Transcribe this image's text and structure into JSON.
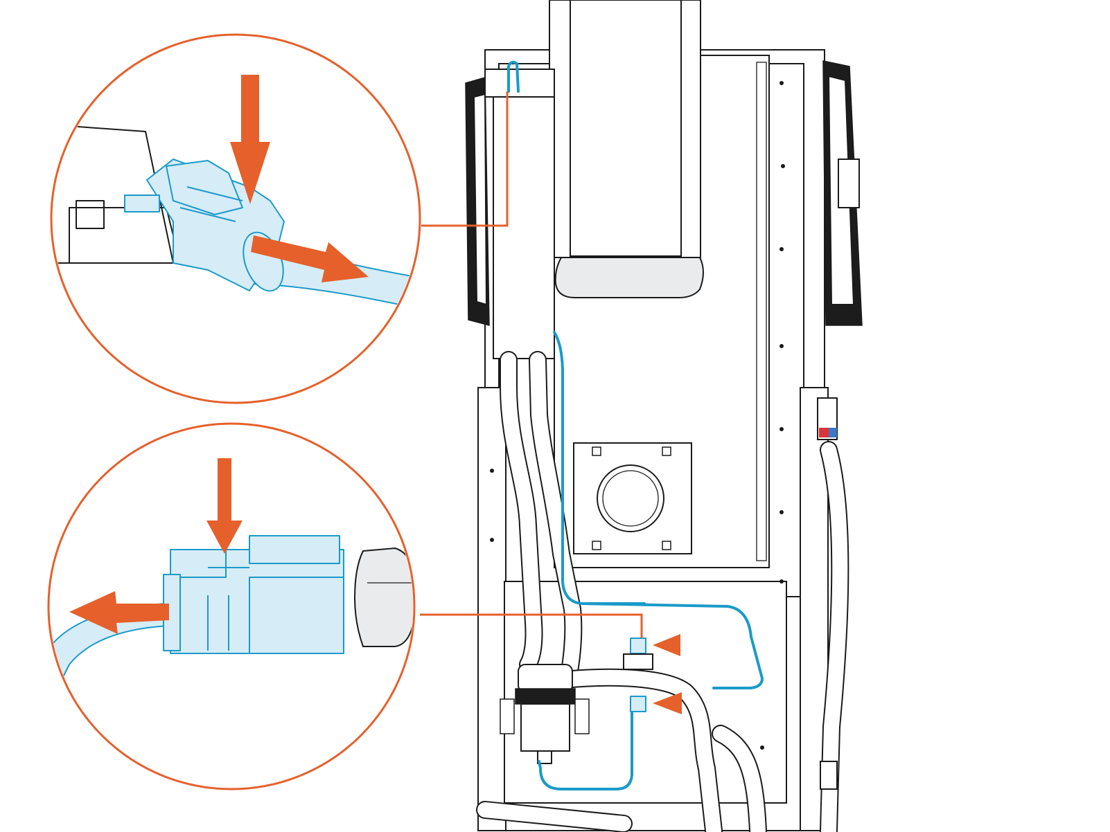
{
  "figure": {
    "kind": "service-illustration",
    "accent_color": "#e5602b",
    "wire_color": "#1a9ac9",
    "connector_fill": "#d6ecf6",
    "hot_marker_color": "#d9343a",
    "cold_marker_color": "#3a78c9"
  },
  "callouts": [
    {
      "id": "top",
      "subject": "top-connector-detail",
      "action_icons": [
        "press-down-arrow",
        "pull-out-arrow"
      ]
    },
    {
      "id": "bottom",
      "subject": "bottom-connector-detail",
      "action_icons": [
        "press-down-arrow",
        "pull-out-arrow"
      ]
    }
  ],
  "pointer_arrows": 2
}
